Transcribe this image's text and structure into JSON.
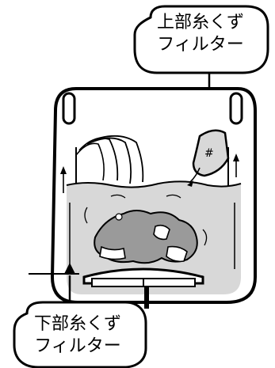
{
  "labels": {
    "upper_filter_line1": "上部糸くず",
    "upper_filter_line2": "フィルター",
    "lower_filter_line1": "下部糸くず",
    "lower_filter_line2": "フィルター"
  },
  "colors": {
    "line": "#000000",
    "water": "#d8d8d8",
    "background": "#ffffff"
  },
  "icons": {
    "upper_filter": "lint-filter-pocket",
    "lower_filter": "lint-filter-plate"
  }
}
